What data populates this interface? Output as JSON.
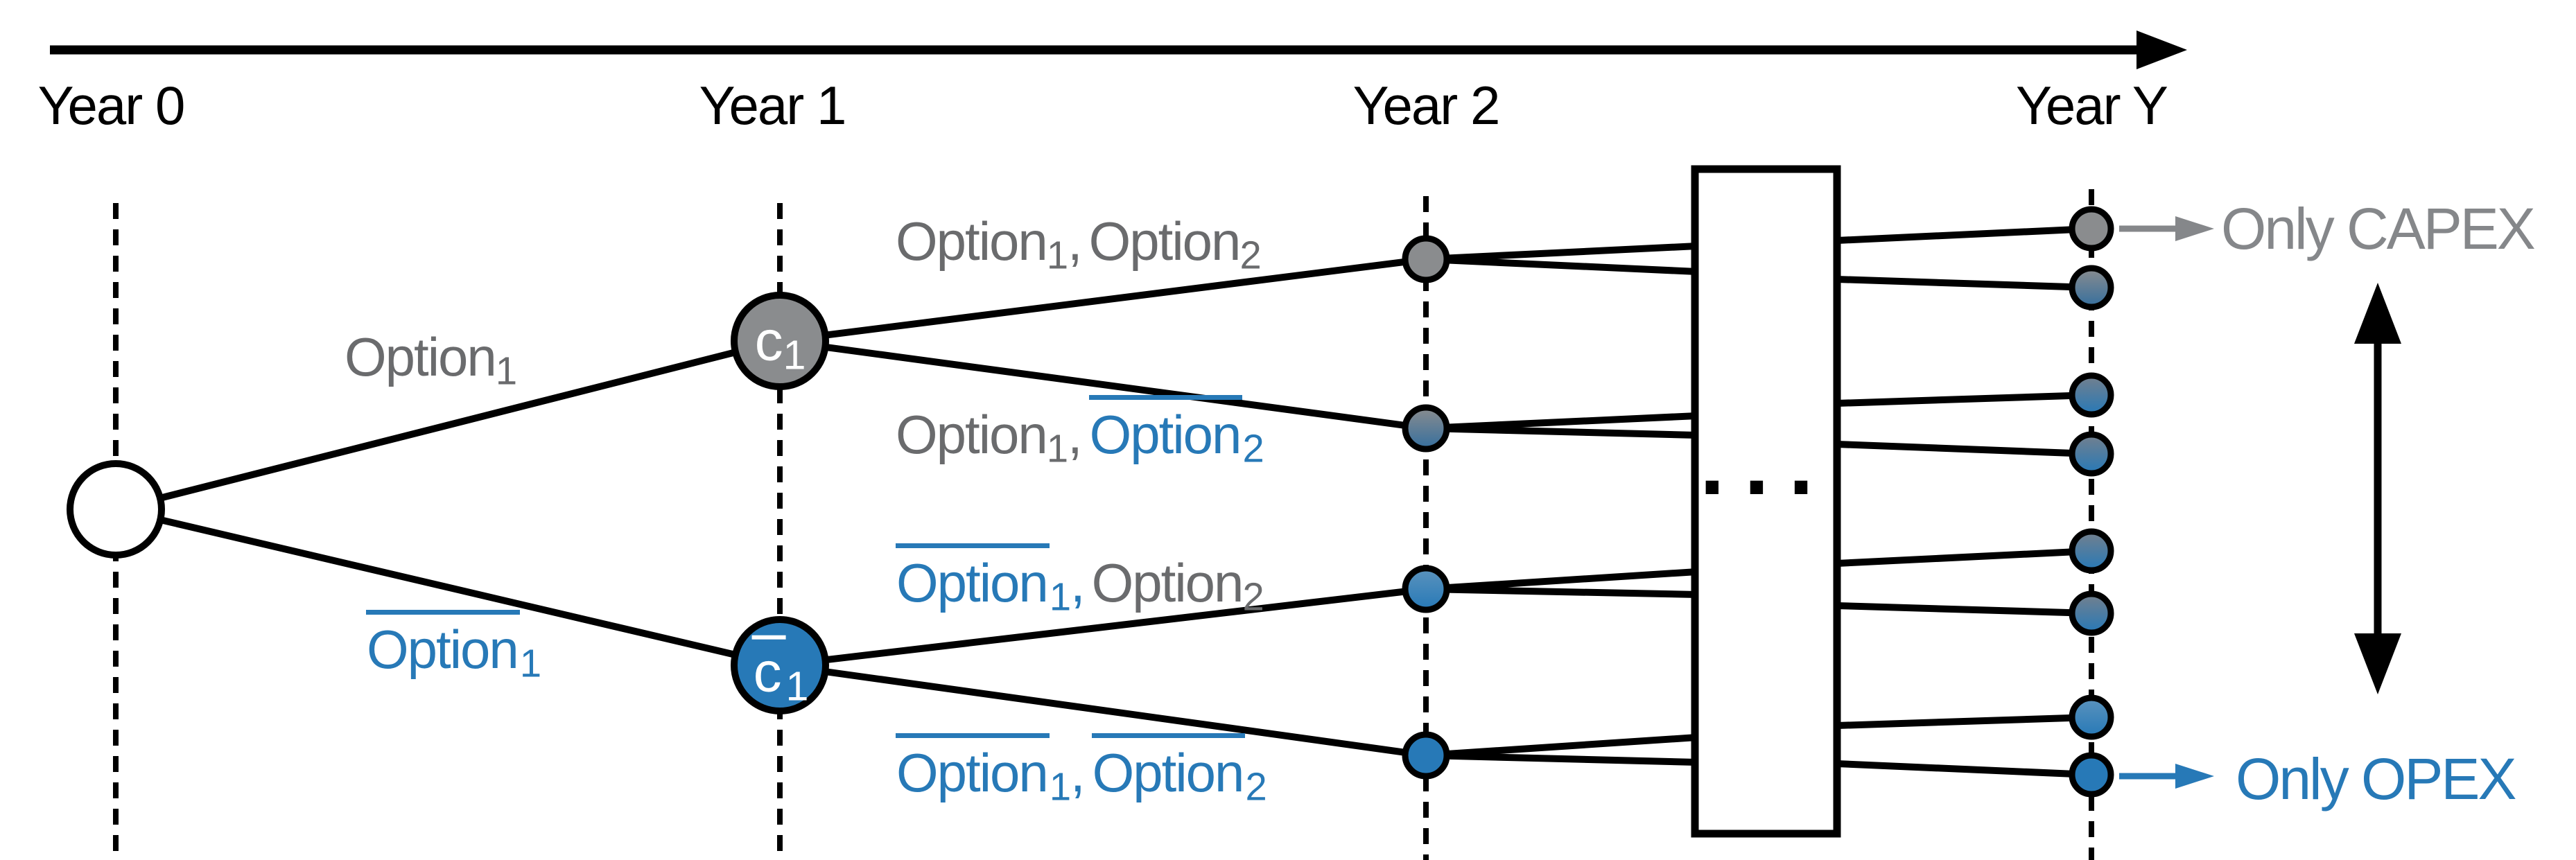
{
  "palette": {
    "black": "#000000",
    "white": "#ffffff",
    "gray_text": "#6a6b6d",
    "gray_light": "#85878a",
    "gray_node": "#8a8c8e",
    "blue": "#2779b7",
    "steel": "#356f9e",
    "slate_top": "#74808d",
    "lightblue_top": "#5b93bd"
  },
  "timeline": {
    "years": [
      "Year 0",
      "Year 1",
      "Year 2",
      "Year Y"
    ]
  },
  "nodes": {
    "c1": {
      "base": "c",
      "sub": "1"
    },
    "c1_bar": {
      "base": "c",
      "sub": "1"
    }
  },
  "edge_labels": {
    "option1": {
      "word": "Option",
      "sub": "1"
    },
    "option1_bar": {
      "word": "Option",
      "sub": "1"
    },
    "pair_oo": {
      "w1": "Option",
      "s1": "1",
      "comma": ",",
      "w2": "Option",
      "s2": "2"
    },
    "pair_on": {
      "w1": "Option",
      "s1": "1",
      "comma": ",",
      "w2": "Option",
      "s2": "2"
    },
    "pair_no": {
      "w1": "Option",
      "s1": "1",
      "comma": ",",
      "w2": "Option",
      "s2": "2"
    },
    "pair_nn": {
      "w1": "Option",
      "s1": "1",
      "comma": ",",
      "w2": "Option",
      "s2": "2"
    }
  },
  "annotations": {
    "only_capex": "Only CAPEX",
    "only_opex": "Only OPEX",
    "ellipsis": "..."
  }
}
